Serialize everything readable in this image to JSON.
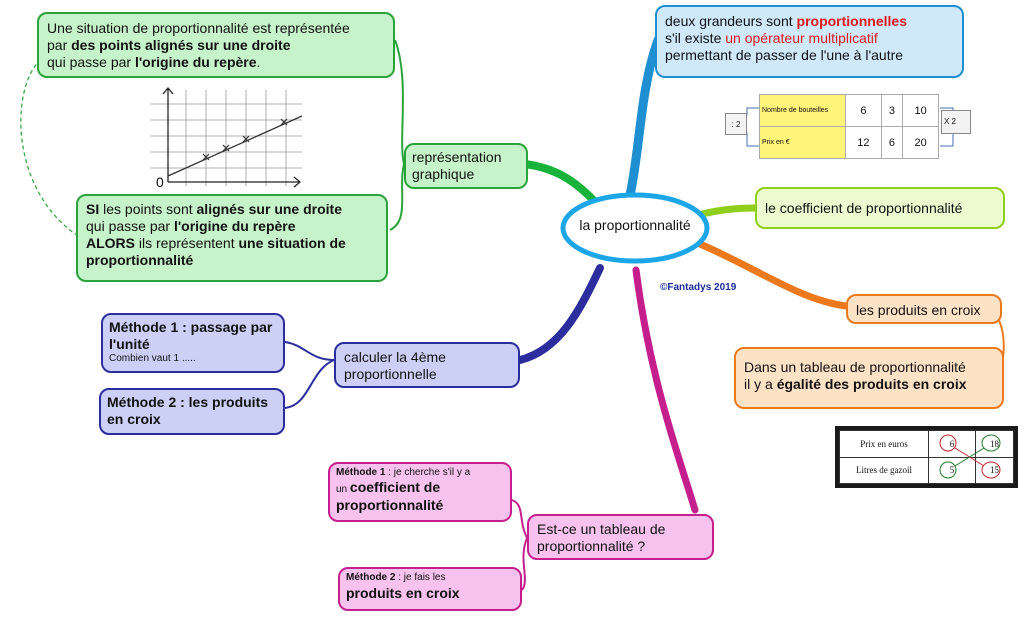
{
  "center": {
    "label": "la proportionnalité"
  },
  "copyright": "©Fantadys 2019",
  "graph_branch": {
    "node": "représentation graphique",
    "top_box": {
      "t1": "Une situation de proportionnalité est représentée",
      "t2": "par ",
      "t3": "des points alignés sur une droite",
      "t4": "qui passe par ",
      "t5": "l'origine du repère",
      "t6": "."
    },
    "bottom_box": {
      "t1": "SI",
      "t2": " les points sont ",
      "t3": "alignés sur une droite",
      "t4": "qui passe par ",
      "t5": "l'origine du repère",
      "t6": "ALORS",
      "t7": " ils représentent ",
      "t8": "une situation de",
      "t9": "proportionnalité"
    },
    "origin_label": "0"
  },
  "definition": {
    "t1": "deux grandeurs sont ",
    "t2": "proportionnelles",
    "t3": "s'il existe ",
    "t4": "un opérateur multiplicatif",
    "t5": "permettant de passer de l'une à l'autre"
  },
  "bottles_table": {
    "rows": [
      {
        "label": "Nombre de bouteilles",
        "values": [
          "6",
          "3",
          "10"
        ]
      },
      {
        "label": "Prix en €",
        "values": [
          "12",
          "6",
          "20"
        ]
      }
    ],
    "left_operator": ": 2",
    "right_operator": "X 2"
  },
  "coefficient": {
    "label": "le coefficient de proportionnalité"
  },
  "cross_products": {
    "label": "les produits en croix",
    "detail": {
      "t1": "Dans un tableau de proportionnalité",
      "t2": "il y a ",
      "t3": "égalité des produits en croix"
    }
  },
  "gazoil_table": {
    "rows": [
      {
        "label": "Prix en euros",
        "values": [
          "6",
          "18"
        ]
      },
      {
        "label": "Litres de gazoil",
        "values": [
          "5",
          "15"
        ]
      }
    ]
  },
  "fourth": {
    "node": "calculer la 4ème proportionnelle",
    "method1": {
      "title": "Méthode 1 : passage par l'unité",
      "sub": "Combien vaut 1 ....."
    },
    "method2": {
      "title": "Méthode 2 : les produits en croix"
    }
  },
  "table_check": {
    "node": "Est-ce un tableau de proportionnalité ?",
    "method1": {
      "t1": "Méthode 1",
      "t2": " : je cherche s'il y a",
      "t3": "un ",
      "t4": "coefficient de",
      "t5": "proportionnalité"
    },
    "method2": {
      "t1": "Méthode 2",
      "t2": " : je fais les",
      "t3": "produits en croix"
    }
  },
  "colors": {
    "green": "#2aa43a",
    "blue": "#1e8fd1",
    "lime": "#8fce1b",
    "orange": "#ec7a1c",
    "navy": "#2b2e9c",
    "magenta": "#c51f8e",
    "red": "#e0181c"
  }
}
